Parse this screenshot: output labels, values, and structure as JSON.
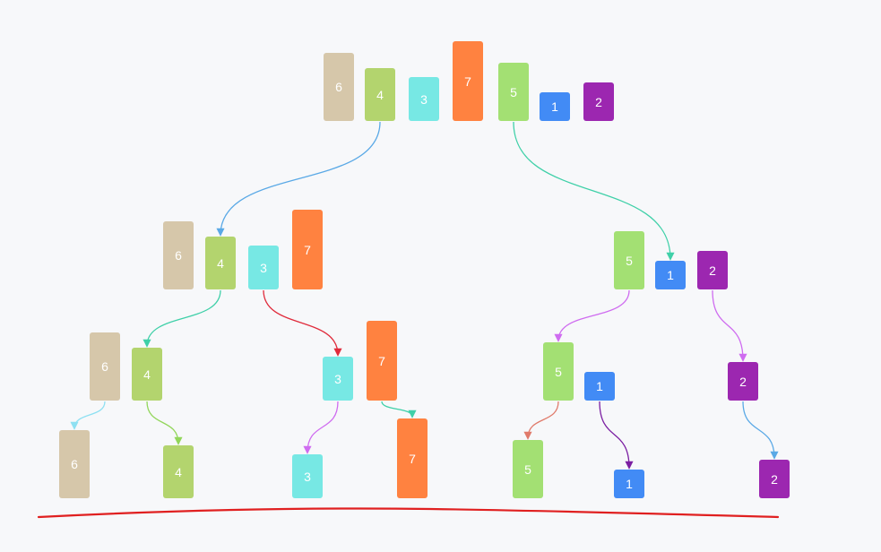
{
  "colors": {
    "6": "#d6c7aa",
    "4": "#b3d46e",
    "3": "#77e8e4",
    "7": "#ff8240",
    "5": "#a3e073",
    "1": "#428bf5",
    "2": "#9c27b0",
    "baseline": "#e02020"
  },
  "levels": [
    [
      [
        6,
        4,
        3,
        7,
        5,
        1,
        2
      ]
    ],
    [
      [
        6,
        4,
        3,
        7
      ],
      [
        5,
        1,
        2
      ]
    ],
    [
      [
        6,
        4
      ],
      [
        3,
        7
      ],
      [
        5,
        1
      ],
      [
        2
      ]
    ],
    [
      [
        6
      ],
      [
        4
      ],
      [
        3
      ],
      [
        7
      ],
      [
        5
      ],
      [
        1
      ],
      [
        2
      ]
    ]
  ],
  "arrows": [
    {
      "from_value": 4,
      "to_value": 4,
      "from_level": 0,
      "to_level": 1,
      "color": "#5aa9e6"
    },
    {
      "from_value": 5,
      "to_value": 1,
      "from_level": 0,
      "to_level": 1,
      "color": "#3fd0a8"
    },
    {
      "from_value": 4,
      "to_value": 4,
      "from_level": 1,
      "to_level": 2,
      "color": "#3fd0a8"
    },
    {
      "from_value": 3,
      "to_value": 3,
      "from_level": 1,
      "to_level": 2,
      "color": "#e02b3b"
    },
    {
      "from_value": 5,
      "to_value": 5,
      "from_level": 1,
      "to_level": 2,
      "color": "#cf6cf0"
    },
    {
      "from_value": 2,
      "to_value": 2,
      "from_level": 1,
      "to_level": 2,
      "color": "#cf6cf0"
    },
    {
      "from_value": 6,
      "to_value": 6,
      "from_level": 2,
      "to_level": 3,
      "color": "#8ee0f2"
    },
    {
      "from_value": 4,
      "to_value": 4,
      "from_level": 2,
      "to_level": 3,
      "color": "#92d65a"
    },
    {
      "from_value": 3,
      "to_value": 3,
      "from_level": 2,
      "to_level": 3,
      "color": "#cf6cf0"
    },
    {
      "from_value": 7,
      "to_value": 7,
      "from_level": 2,
      "to_level": 3,
      "color": "#3fd0a8"
    },
    {
      "from_value": 5,
      "to_value": 5,
      "from_level": 2,
      "to_level": 3,
      "color": "#e07a6a"
    },
    {
      "from_value": 1,
      "to_value": 1,
      "from_level": 2,
      "to_level": 3,
      "color": "#7b1fa2"
    },
    {
      "from_value": 2,
      "to_value": 2,
      "from_level": 2,
      "to_level": 3,
      "color": "#5aa9e6"
    }
  ]
}
